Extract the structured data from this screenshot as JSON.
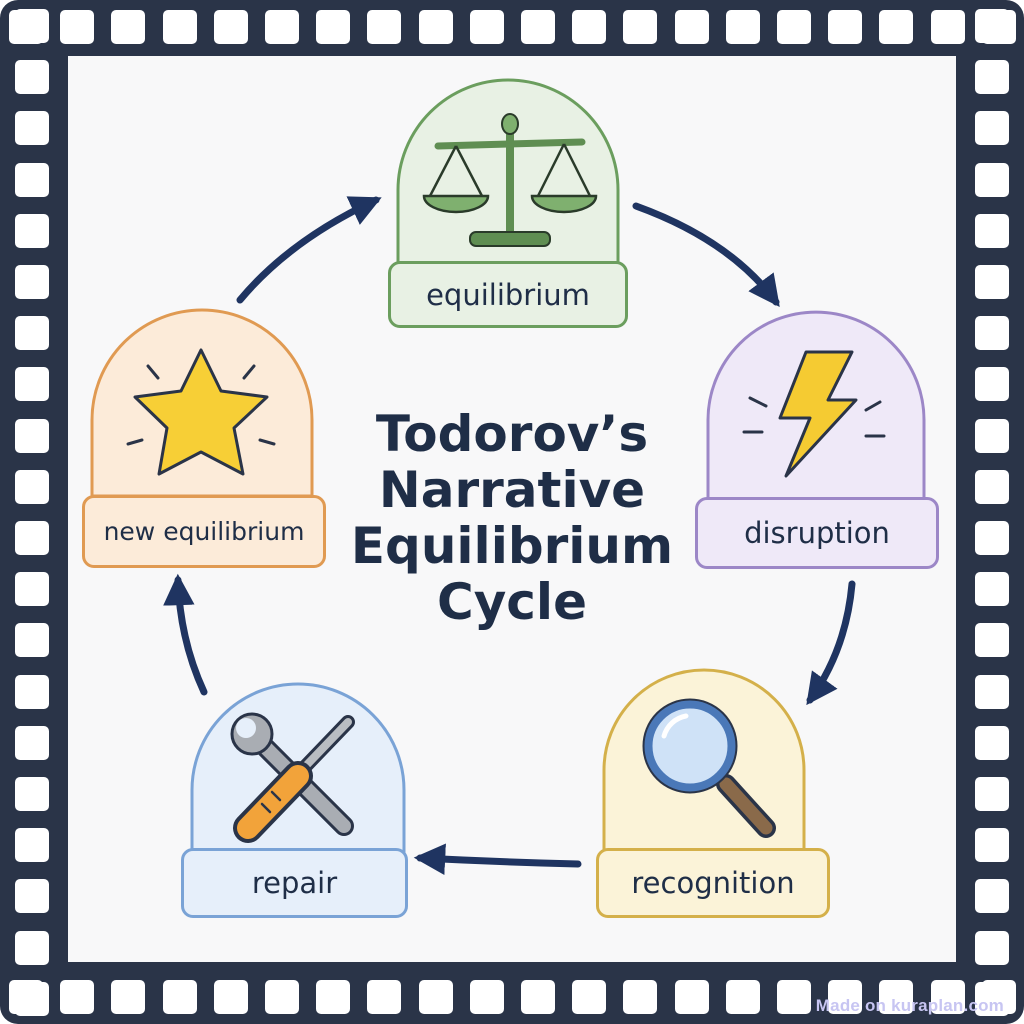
{
  "title": {
    "lines": [
      "Todorov’s",
      "Narrative",
      "Equilibrium",
      "Cycle"
    ]
  },
  "stages": {
    "equilibrium": {
      "label": "equilibrium",
      "icon": "balance-scale-icon",
      "color": "#6b9e5e",
      "fill": "#e8f1e4"
    },
    "disruption": {
      "label": "disruption",
      "icon": "lightning-bolt-icon",
      "color": "#9c87c7",
      "fill": "#efe9f8"
    },
    "recognition": {
      "label": "recognition",
      "icon": "magnifying-glass-icon",
      "color": "#d4b04a",
      "fill": "#fbf3d8"
    },
    "repair": {
      "label": "repair",
      "icon": "wrench-screwdriver-icon",
      "color": "#7aa3d6",
      "fill": "#e6effa"
    },
    "new_equilibrium": {
      "label": "new equilibrium",
      "icon": "star-icon",
      "color": "#e09a52",
      "fill": "#fcebd9"
    }
  },
  "colors": {
    "frame": "#2a3448",
    "arrow": "#1f3461",
    "title": "#1f2e47"
  },
  "watermark": "Made on kuraplan.com"
}
